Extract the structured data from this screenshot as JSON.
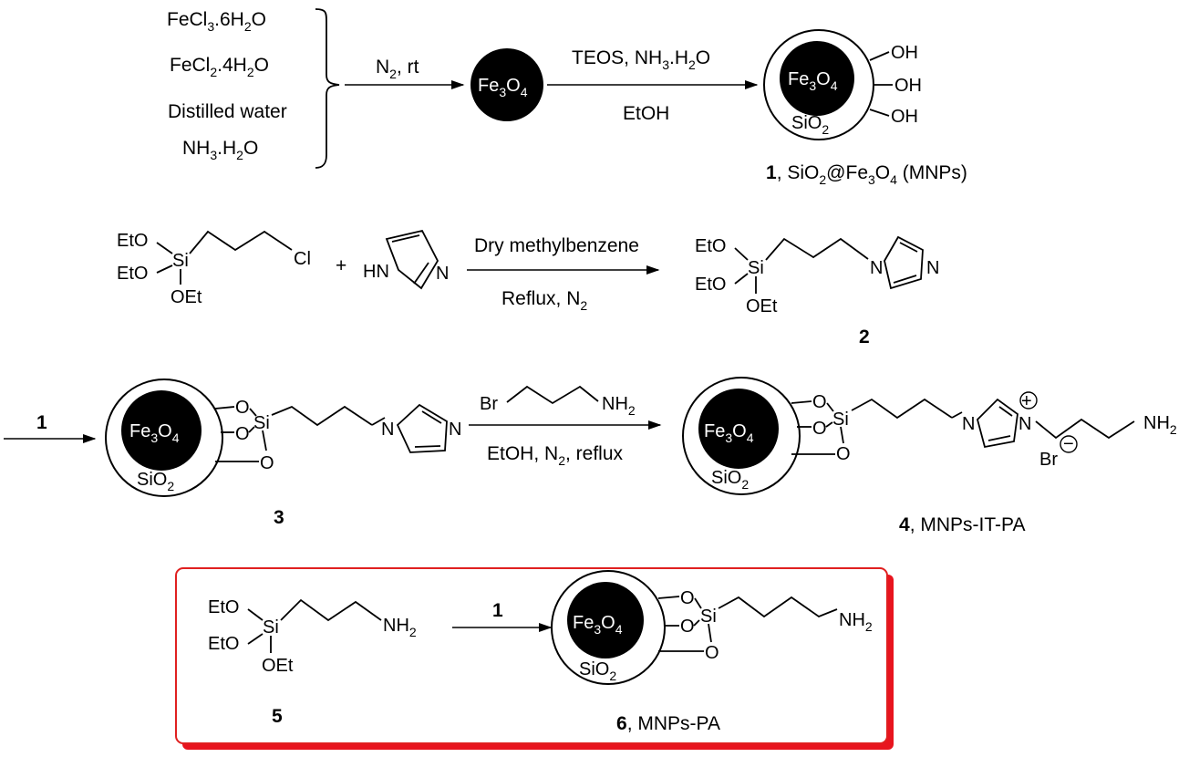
{
  "reagents_row1": {
    "fecl3": [
      "FeCl",
      "3",
      ".6H",
      "2",
      "O"
    ],
    "fecl2": [
      "FeCl",
      "2",
      ".4H",
      "2",
      "O"
    ],
    "water": "Distilled water",
    "nh3": [
      "NH",
      "3",
      ".H",
      "2",
      "O"
    ]
  },
  "step1": {
    "above": [
      "N",
      "2",
      ", rt"
    ]
  },
  "core": {
    "fe3o4": [
      "Fe",
      "3",
      "O",
      "4"
    ],
    "sio2": [
      "SiO",
      "2"
    ]
  },
  "step2": {
    "above": [
      "TEOS, NH",
      "3",
      ".H",
      "2",
      "O"
    ],
    "below": "EtOH"
  },
  "product1": {
    "oh": "OH",
    "caption": [
      "1",
      ", SiO",
      "2",
      "@Fe",
      "3",
      "O",
      "4",
      " (MNPs)"
    ]
  },
  "silane": {
    "eto": "EtO",
    "si": "Si",
    "oet": "OEt",
    "cl": "Cl"
  },
  "imidazole": {
    "hn": "HN",
    "n": "N"
  },
  "plus": "+",
  "step3": {
    "above": "Dry methylbenzene",
    "below": [
      "Reflux, N",
      "2"
    ]
  },
  "product2": {
    "label": "2"
  },
  "row3": {
    "start_label": "1",
    "o": "O",
    "product3_label": "3",
    "reagent": {
      "br": "Br",
      "nh2": [
        "NH",
        "2"
      ]
    },
    "below": [
      "EtOH, N",
      "2",
      ", reflux"
    ],
    "plus_charge": "+",
    "minus_charge": "−",
    "br_ion": "Br",
    "product4_caption": [
      "4",
      ", MNPs-IT-PA"
    ]
  },
  "box": {
    "arrow_label": "1",
    "compound5_label": "5",
    "product6_caption": [
      "6",
      ", MNPs-PA"
    ]
  },
  "colors": {
    "box_border": "#e02020",
    "box_shadow": "#e8141e",
    "core": "#000000"
  }
}
